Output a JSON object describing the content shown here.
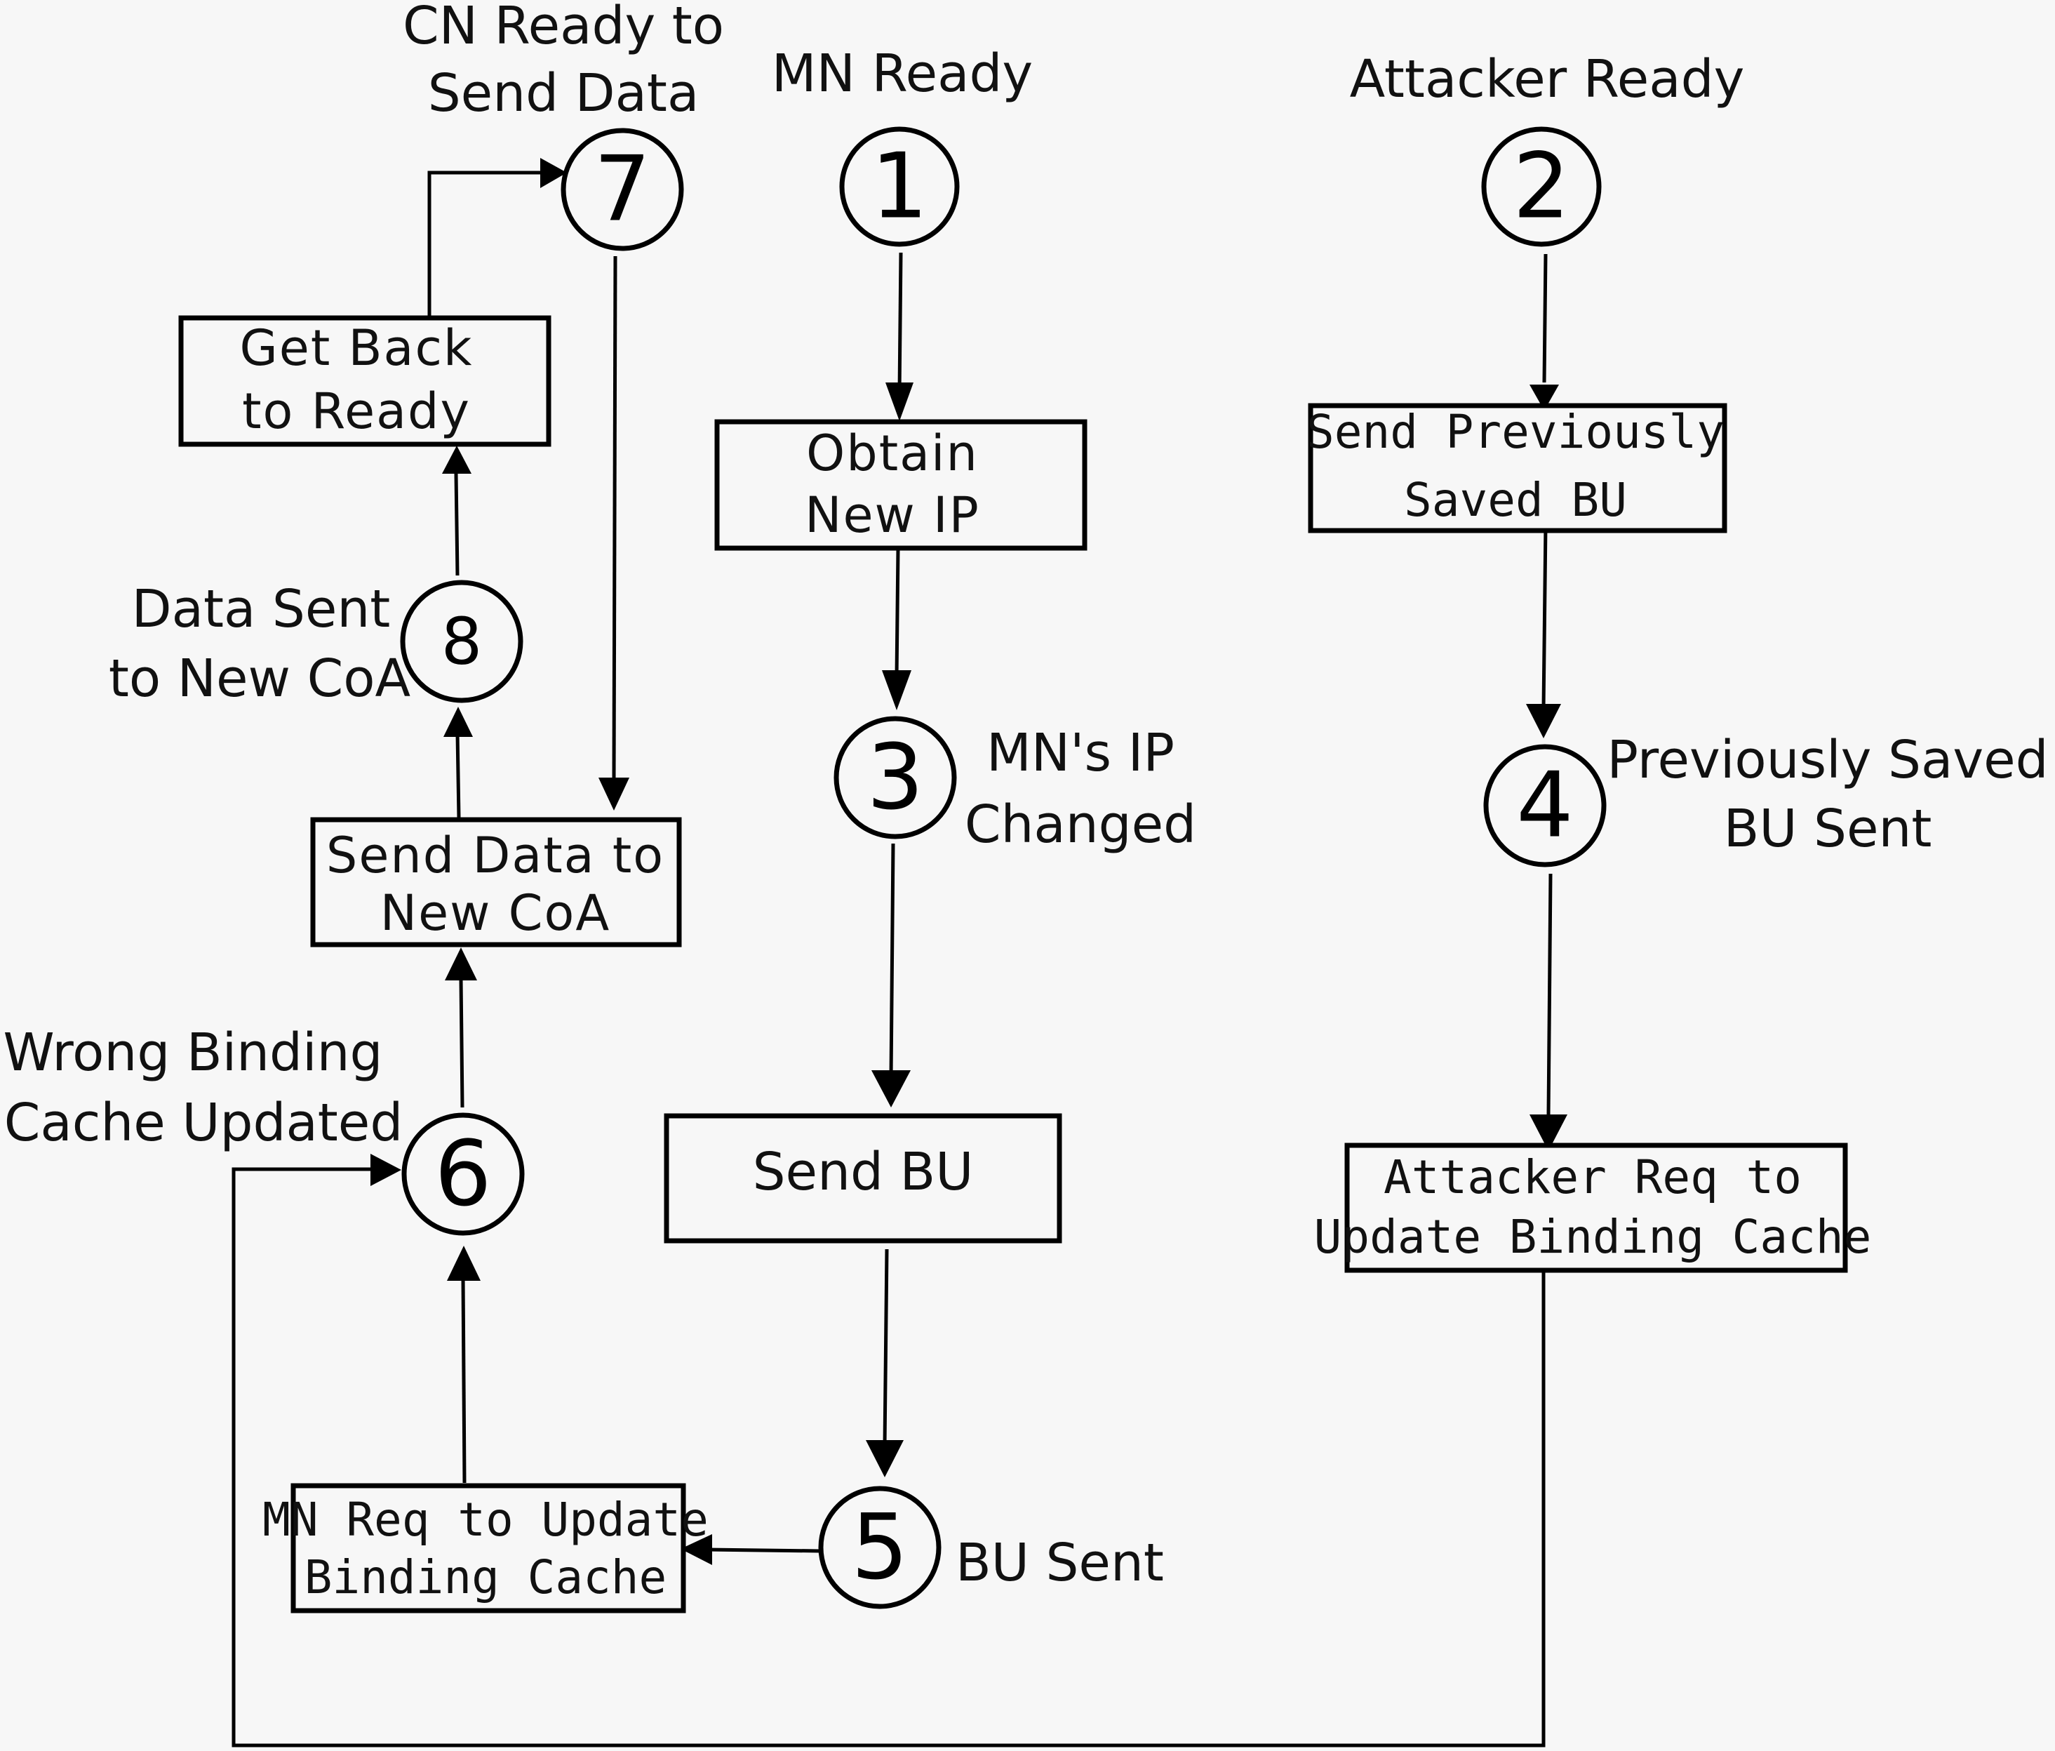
{
  "states": [
    {
      "id": "1",
      "label": [
        "MN Ready"
      ]
    },
    {
      "id": "2",
      "label": [
        "Attacker Ready"
      ]
    },
    {
      "id": "3",
      "label": [
        "MN's IP",
        "Changed"
      ]
    },
    {
      "id": "4",
      "label": [
        "Previously Saved",
        "BU Sent"
      ]
    },
    {
      "id": "5",
      "label": [
        "BU Sent"
      ]
    },
    {
      "id": "6",
      "label": [
        "Wrong Binding",
        "Cache Updated"
      ]
    },
    {
      "id": "7",
      "label": [
        "CN Ready to",
        "Send Data"
      ]
    },
    {
      "id": "8",
      "label": [
        "Data Sent",
        "to New CoA"
      ]
    }
  ],
  "actions": {
    "obtain_new_ip": [
      "Obtain",
      "New IP"
    ],
    "send_bu": [
      "Send BU"
    ],
    "mn_req_update": [
      "MN Req to Update",
      "Binding Cache"
    ],
    "send_prev_bu": [
      "Send Previously",
      "Saved BU"
    ],
    "attacker_req_update": [
      "Attacker Req to",
      "Update Binding Cache"
    ],
    "send_data_new_coa": [
      "Send Data to",
      "New CoA"
    ],
    "get_back_ready": [
      "Get Back",
      "to Ready"
    ]
  }
}
